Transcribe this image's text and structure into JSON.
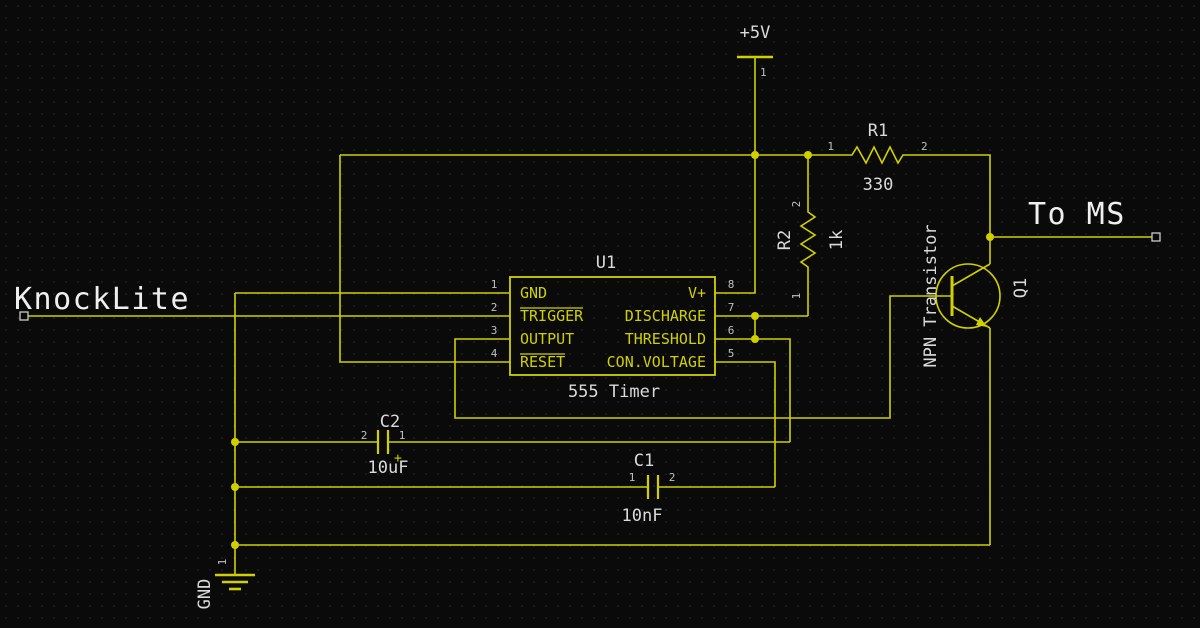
{
  "colors": {
    "background": "#0a0a0a",
    "grid_dot": "#2c2c2c",
    "wire": "#d0d000",
    "label": "#dadada",
    "net_label": "#efefef",
    "pin_number": "#c0c0c0",
    "terminal": "#cccccc"
  },
  "power": {
    "vcc_label": "+5V",
    "vcc_pin": "1",
    "gnd_label": "GND",
    "gnd_pin": "1"
  },
  "nets": {
    "input": {
      "label": "KnockLite"
    },
    "output": {
      "label": "To MS"
    }
  },
  "components": {
    "u1": {
      "ref": "U1",
      "value": "555 Timer",
      "pins_left": [
        {
          "num": "1",
          "name": "GND"
        },
        {
          "num": "2",
          "name": "TRIGGER"
        },
        {
          "num": "3",
          "name": "OUTPUT"
        },
        {
          "num": "4",
          "name": "RESET"
        }
      ],
      "pins_right": [
        {
          "num": "8",
          "name": "V+"
        },
        {
          "num": "7",
          "name": "DISCHARGE"
        },
        {
          "num": "6",
          "name": "THRESHOLD"
        },
        {
          "num": "5",
          "name": "CON.VOLTAGE"
        }
      ]
    },
    "r1": {
      "ref": "R1",
      "value": "330",
      "pin1": "1",
      "pin2": "2"
    },
    "r2": {
      "ref": "R2",
      "value": "1k",
      "pin1": "1",
      "pin2": "2"
    },
    "c1": {
      "ref": "C1",
      "value": "10nF",
      "pin1": "1",
      "pin2": "2"
    },
    "c2": {
      "ref": "C2",
      "value": "10uF",
      "pin1": "1",
      "pin2": "2",
      "polarity": "+"
    },
    "q1": {
      "ref": "Q1",
      "value": "NPN Transistor"
    }
  }
}
